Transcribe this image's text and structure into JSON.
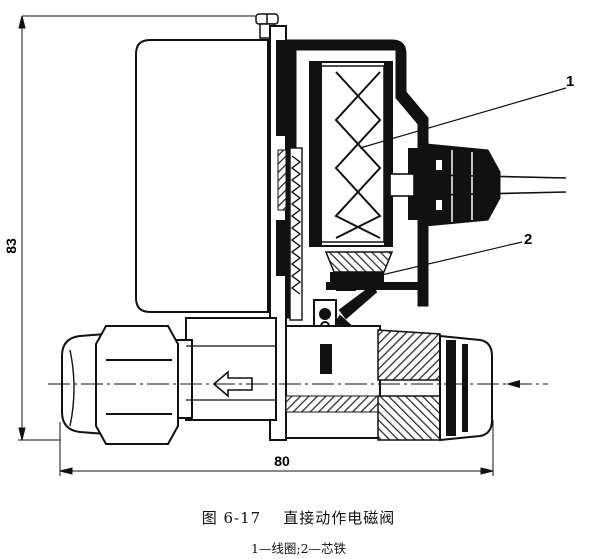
{
  "figure": {
    "number": "图 6-17",
    "title": "直接动作电磁阀",
    "legend": "1—线圈;2—芯铁"
  },
  "dimensions": {
    "height_label": "83",
    "width_label": "80"
  },
  "callouts": [
    {
      "label": "1",
      "part": "线圈"
    },
    {
      "label": "2",
      "part": "芯铁"
    }
  ],
  "colors": {
    "ink": "#111111",
    "paper": "#ffffff",
    "hatch": "#333333"
  }
}
